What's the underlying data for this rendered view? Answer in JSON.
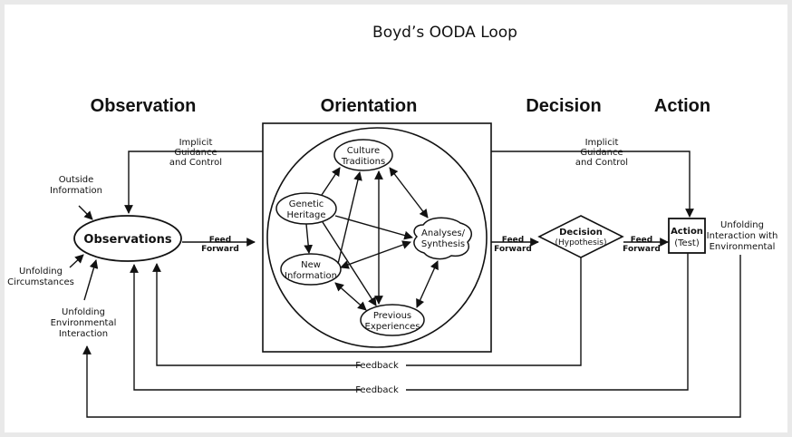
{
  "title": "Boyd’s OODA Loop",
  "phases": {
    "observation": "Observation",
    "orientation": "Orientation",
    "decision": "Decision",
    "action": "Action"
  },
  "nodes": {
    "observations": "Observations",
    "culture": [
      "Culture",
      "Traditions"
    ],
    "genetic": [
      "Genetic",
      "Heritage"
    ],
    "analyses": [
      "Analyses/",
      "Synthesis"
    ],
    "new_info": [
      "New",
      "Information"
    ],
    "previous": [
      "Previous",
      "Experiences"
    ],
    "decision": [
      "Decision",
      "(Hypothesis)"
    ],
    "action": [
      "Action",
      "(Test)"
    ]
  },
  "labels": {
    "implicit_left": [
      "Implicit",
      "Guidance",
      "and Control"
    ],
    "implicit_right": [
      "Implicit",
      "Guidance",
      "and Control"
    ],
    "outside_info": [
      "Outside",
      "Information"
    ],
    "unfolding_circ": [
      "Unfolding",
      "Circumstances"
    ],
    "unfolding_env": [
      "Unfolding",
      "Environmental",
      "Interaction"
    ],
    "unfolding_interaction": [
      "Unfolding",
      "Interaction with",
      "Environmental"
    ],
    "feed_forward": [
      "Feed",
      "Forward"
    ],
    "feedback": "Feedback"
  },
  "colors": {
    "ink": "#111111",
    "frame": "#e9e9e9",
    "background": "#ffffff"
  }
}
